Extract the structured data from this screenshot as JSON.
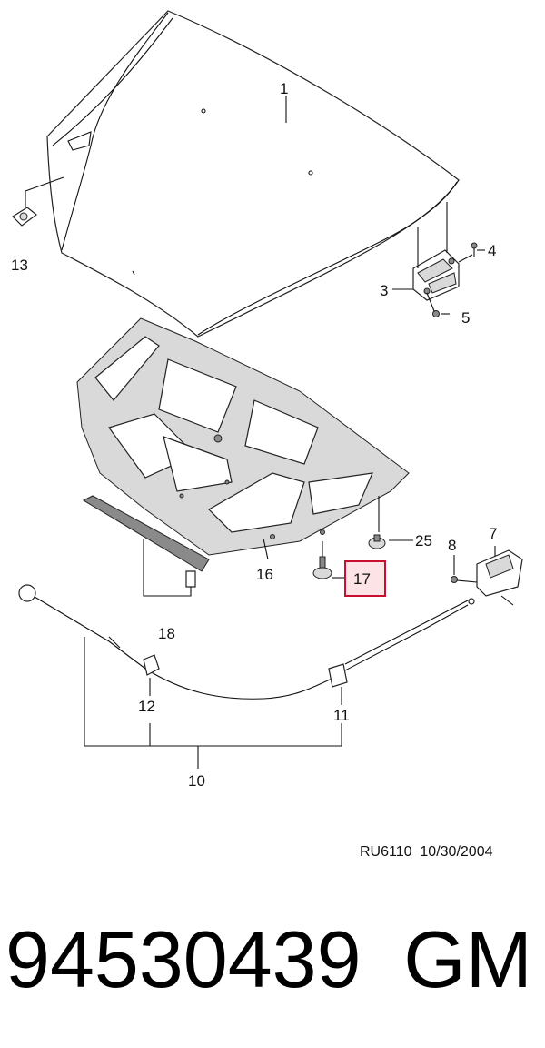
{
  "callouts": [
    "1",
    "3",
    "4",
    "5",
    "7",
    "8",
    "10",
    "11",
    "12",
    "13",
    "16",
    "17",
    "18",
    "25"
  ],
  "highlight_color": "#c8102e",
  "highlight_fill": "#fbe3e6",
  "reference": "RU6110  10/30/2004",
  "part_number": "94530439",
  "brand": "GM"
}
